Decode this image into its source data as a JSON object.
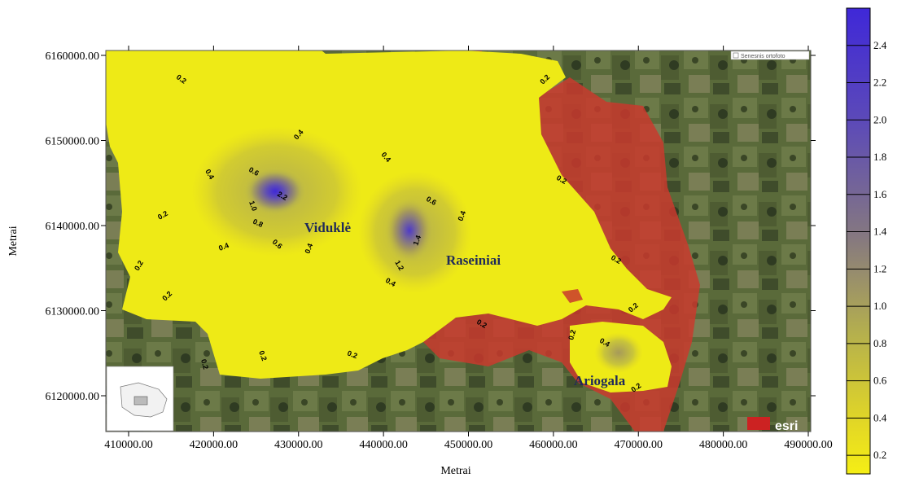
{
  "map": {
    "x_axis": {
      "title": "Metrai",
      "ticks": [
        "410000.00",
        "420000.00",
        "430000.00",
        "440000.00",
        "450000.00",
        "460000.00",
        "470000.00",
        "480000.00",
        "490000.00"
      ]
    },
    "y_axis": {
      "title": "Metrai",
      "ticks": [
        "6160000.00",
        "6150000.00",
        "6140000.00",
        "6130000.00",
        "6120000.00"
      ]
    },
    "places": [
      "Viduklė",
      "Raseiniai",
      "Ariogala"
    ],
    "contour_labels": [
      "0.2",
      "0.4",
      "0.6",
      "0.8",
      "1.0",
      "1.2",
      "1.4",
      "2.2"
    ],
    "basemap": {
      "ortho_toggle": "Senesnis ortofoto",
      "logo": "esri"
    },
    "colorbar": {
      "values": [
        "0.2",
        "0.4",
        "0.6",
        "0.8",
        "1.0",
        "1.2",
        "1.4",
        "1.6",
        "1.8",
        "2.0",
        "2.2",
        "2.4"
      ],
      "colors": [
        "#f5ee15",
        "#e4d924",
        "#c9c53a",
        "#b5b04d",
        "#a69a5a",
        "#978a6c",
        "#877a7e",
        "#7a6b91",
        "#6c5ca6",
        "#5d4bb7",
        "#4e3ac8",
        "#3f28d8"
      ]
    },
    "colors": {
      "yellow_fill": "#eeea16",
      "red_fill": "#c93a2e",
      "terrain": "#5e6a3e"
    }
  }
}
